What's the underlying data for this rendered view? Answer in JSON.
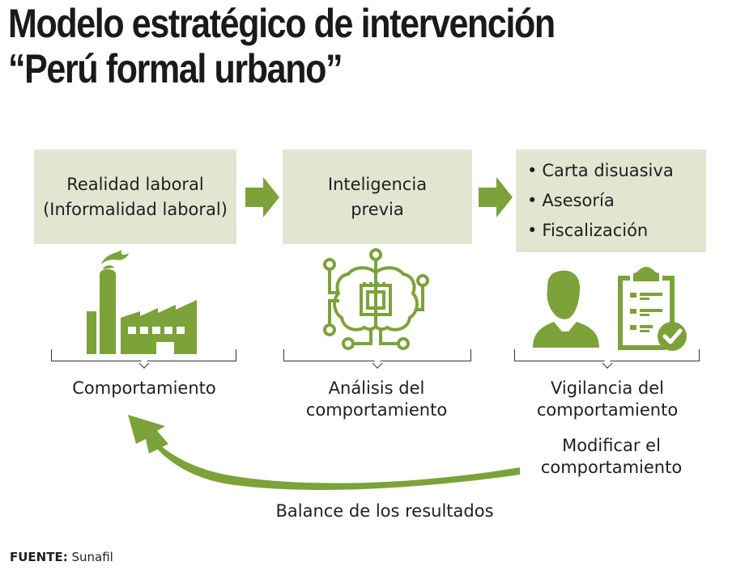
{
  "title": {
    "line1": "Modelo estratégico de intervención",
    "line2": "“Perú formal urbano”"
  },
  "colors": {
    "accent_green": "#7ca23a",
    "box_bg": "#e1e6d1",
    "text": "#1f1f1f"
  },
  "stages": [
    {
      "box_lines": [
        "Realidad laboral",
        "(Informalidad laboral)"
      ],
      "icon": "factory-icon",
      "label_lines": [
        "Comportamiento"
      ]
    },
    {
      "box_lines": [
        "Inteligencia",
        "previa"
      ],
      "icon": "brain-chip-icon",
      "label_lines": [
        "Análisis del",
        "comportamiento"
      ]
    },
    {
      "box_items": [
        "Carta disuasiva",
        "Asesoría",
        "Fiscalización"
      ],
      "icon": "person-clipboard-icon",
      "label_lines": [
        "Vigilancia del",
        "comportamiento"
      ]
    }
  ],
  "feedback": {
    "start_label_lines": [
      "Modificar el",
      "comportamiento"
    ],
    "loop_label": "Balance de los resultados",
    "icon": "curved-arrow-icon"
  },
  "source": {
    "prefix": "FUENTE:",
    "name": "Sunafil"
  }
}
